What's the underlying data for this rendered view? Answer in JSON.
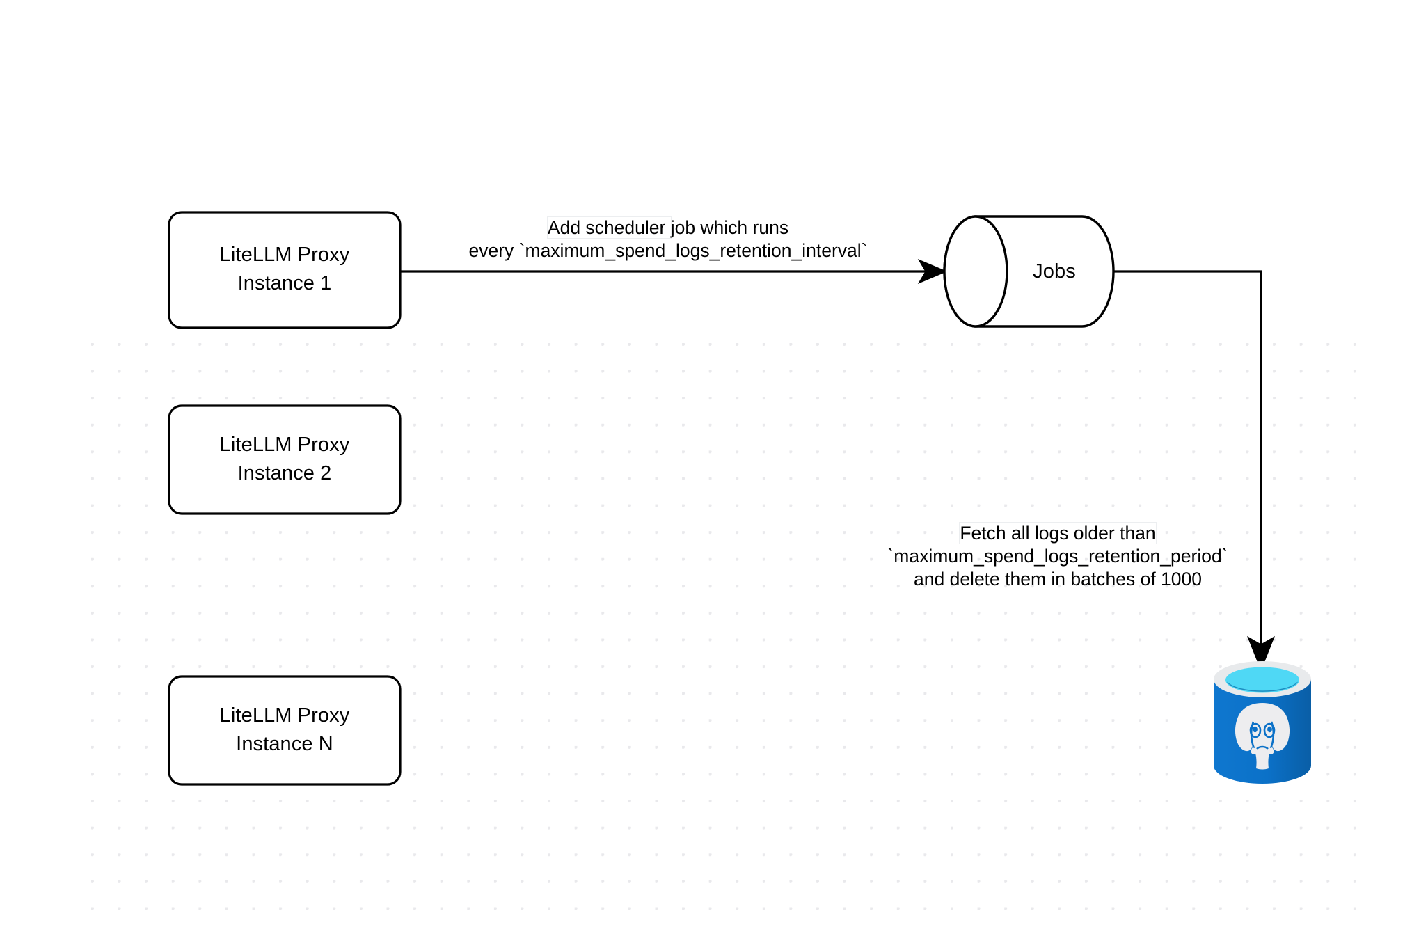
{
  "diagram": {
    "title": "LiteLLM spend logs retention scheduler flow",
    "background_color": "#ffffff",
    "grid_dot_color": "#e9e9ec",
    "stroke_color": "#000000",
    "nodes": [
      {
        "id": "proxy-1",
        "type": "rounded-rect",
        "line1": "LiteLLM Proxy",
        "line2": "Instance 1"
      },
      {
        "id": "proxy-2",
        "type": "rounded-rect",
        "line1": "LiteLLM Proxy",
        "line2": "Instance 2"
      },
      {
        "id": "proxy-n",
        "type": "rounded-rect",
        "line1": "LiteLLM Proxy",
        "line2": "Instance N"
      },
      {
        "id": "jobs",
        "type": "cylinder",
        "label": "Jobs"
      },
      {
        "id": "postgres",
        "type": "postgres-database-icon",
        "label": "",
        "colors": {
          "body": "#0b71c8",
          "body_shade": "#0a63ae",
          "rim": "#e8eaec",
          "surface_light": "#4fd8f5",
          "surface_dark": "#1d8cc0",
          "elephant": "#ededef"
        }
      }
    ],
    "edges": [
      {
        "id": "proxy1-to-jobs",
        "from": "proxy-1",
        "to": "jobs",
        "arrow": "filled-triangle",
        "label_lines": [
          "Add scheduler job which runs",
          "every `maximum_spend_logs_retention_interval`"
        ],
        "label_highlight_text": "Add scheduler "
      },
      {
        "id": "jobs-to-postgres",
        "from": "jobs",
        "to": "postgres",
        "arrow": "filled-triangle",
        "routing": "orthogonal-right-then-down",
        "label_lines": [
          "Fetch all logs older than",
          "`maximum_spend_logs_retention_period`",
          "and delete them in batches of 1000"
        ],
        "label_highlight_text": "Fetch all logs older than"
      }
    ]
  }
}
